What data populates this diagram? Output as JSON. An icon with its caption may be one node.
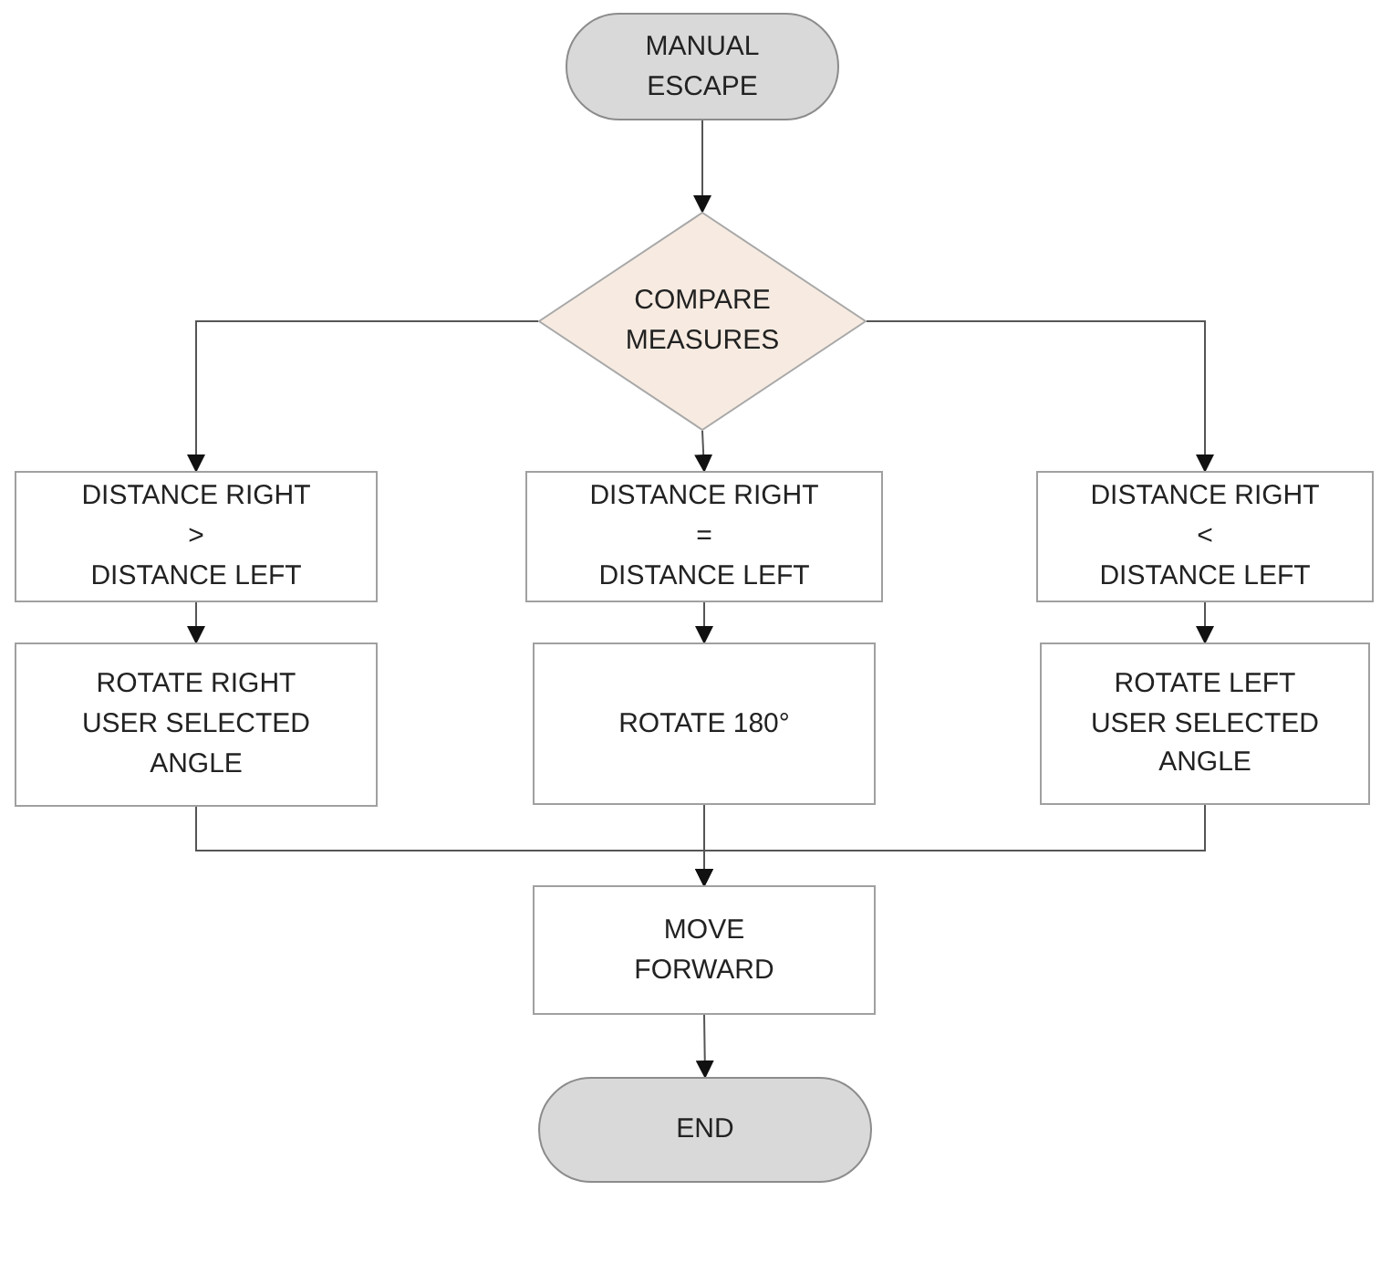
{
  "diagram": {
    "nodes": [
      {
        "text": [
          "MANUAL ESCAPE"
        ]
      },
      {
        "text": [
          "COMPARE MEASURES"
        ]
      },
      {
        "text": [
          "DISTANCE RIGHT",
          ">",
          "DISTANCE LEFT"
        ]
      },
      {
        "text": [
          "DISTANCE RIGHT",
          "=",
          "DISTANCE LEFT"
        ]
      },
      {
        "text": [
          "DISTANCE RIGHT",
          "<",
          "DISTANCE LEFT"
        ]
      },
      {
        "text": [
          "ROTATE RIGHT USER SELECTED ANGLE"
        ]
      },
      {
        "text": [
          "ROTATE 180°"
        ]
      },
      {
        "text": [
          "ROTATE LEFT USER SELECTED ANGLE"
        ]
      },
      {
        "text": [
          "MOVE FORWARD"
        ]
      },
      {
        "text": [
          "END"
        ]
      }
    ],
    "edges": [
      {
        "from": 0,
        "to": 1,
        "arrow": "to"
      },
      {
        "from": 1,
        "to": 2,
        "arrow": "to"
      },
      {
        "from": 1,
        "to": 3,
        "arrow": "to"
      },
      {
        "from": 1,
        "to": 4,
        "arrow": "to"
      },
      {
        "from": 2,
        "to": 5,
        "arrow": "to"
      },
      {
        "from": 3,
        "to": 6,
        "arrow": "to"
      },
      {
        "from": 4,
        "to": 7,
        "arrow": "to"
      },
      {
        "from": 5,
        "to": 8,
        "arrow": "to"
      },
      {
        "from": 6,
        "to": 8,
        "arrow": "to"
      },
      {
        "from": 7,
        "to": 8,
        "arrow": "to"
      },
      {
        "from": 8,
        "to": 9,
        "arrow": "to"
      }
    ]
  }
}
